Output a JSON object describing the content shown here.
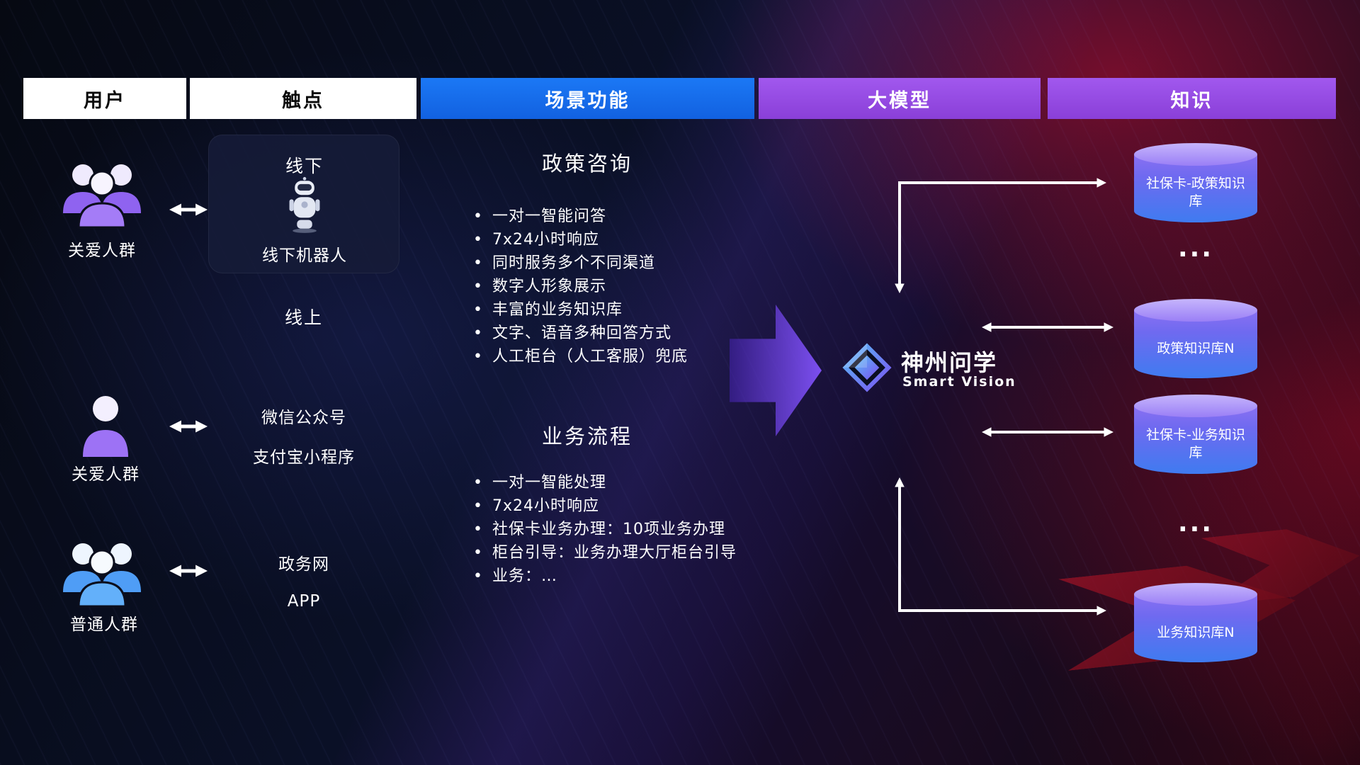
{
  "headers": [
    {
      "label": "用户"
    },
    {
      "label": "触点"
    },
    {
      "label": "场景功能"
    },
    {
      "label": "大模型"
    },
    {
      "label": "知识"
    }
  ],
  "users": {
    "group1_label": "关爱人群",
    "group2_label": "关爱人群",
    "group3_label": "普通人群"
  },
  "touchpoints": {
    "offline_title": "线下",
    "offline_robot_label": "线下机器人",
    "online_title": "线上",
    "wechat": "微信公众号",
    "alipay": "支付宝小程序",
    "gov": "政务网",
    "app": "APP"
  },
  "scene": {
    "policy": {
      "title": "政策咨询",
      "items": [
        "一对一智能问答",
        "7x24小时响应",
        "同时服务多个不同渠道",
        "数字人形象展示",
        "丰富的业务知识库",
        "文字、语音多种回答方式",
        "人工柜台（人工客服）兜底"
      ]
    },
    "business": {
      "title": "业务流程",
      "items": [
        "一对一智能处理",
        "7x24小时响应",
        "社保卡业务办理：10项业务办理",
        "柜台引导：业务办理大厅柜台引导",
        "业务：…"
      ]
    }
  },
  "model": {
    "name": "神州问学",
    "subtitle": "Smart Vision"
  },
  "knowledge": {
    "db1": "社保卡-政策知识库",
    "ellipsis1": "...",
    "db2": "政策知识库N",
    "db3": "社保卡-业务知识库",
    "ellipsis2": "...",
    "db4": "业务知识库N"
  },
  "colors": {
    "header_blue": "#1670f2",
    "header_purple": "#9c4fe6",
    "accent_purple": "#8b5cf6",
    "accent_blue": "#3f7bf0",
    "user_purple": "#9d72f5",
    "user_blue": "#55a4f8",
    "deco_red": "#9c1226"
  }
}
